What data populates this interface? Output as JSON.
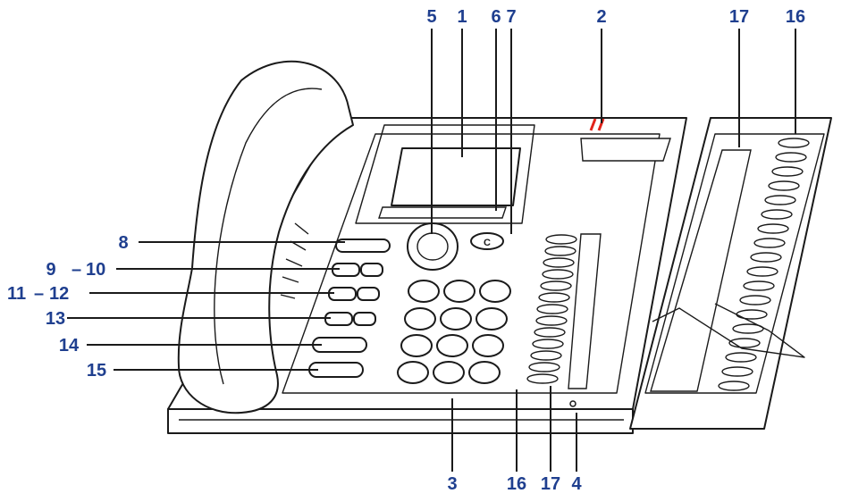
{
  "colors": {
    "label": "#1f3f8f",
    "led": "#e2231a",
    "ink": "#1a1a1a"
  },
  "callouts": [
    {
      "id": "c1",
      "text": "1"
    },
    {
      "id": "c2",
      "text": "2"
    },
    {
      "id": "c3",
      "text": "3"
    },
    {
      "id": "c4",
      "text": "4"
    },
    {
      "id": "c5",
      "text": "5"
    },
    {
      "id": "c6",
      "text": "6"
    },
    {
      "id": "c7",
      "text": "7"
    },
    {
      "id": "c8",
      "text": "8"
    },
    {
      "id": "c9",
      "text": "9"
    },
    {
      "id": "c10",
      "text": "10"
    },
    {
      "id": "c11",
      "text": "11"
    },
    {
      "id": "c12",
      "text": "12"
    },
    {
      "id": "c13",
      "text": "13"
    },
    {
      "id": "c14",
      "text": "14"
    },
    {
      "id": "c15",
      "text": "15"
    },
    {
      "id": "c16a",
      "text": "16"
    },
    {
      "id": "c17a",
      "text": "17"
    },
    {
      "id": "c16b",
      "text": "16"
    },
    {
      "id": "c17b",
      "text": "17"
    }
  ],
  "key_symbols": {
    "clear": "C",
    "minus": "−",
    "plus": "+"
  }
}
